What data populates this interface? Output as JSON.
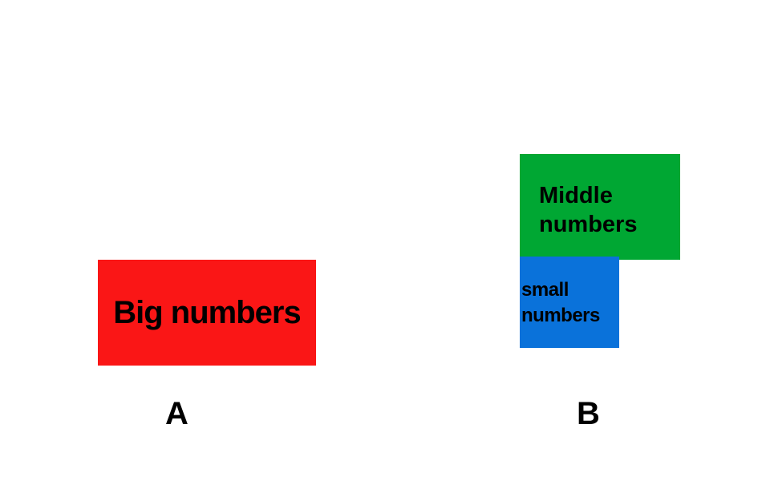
{
  "groups": {
    "a": {
      "label": "A",
      "boxes": [
        {
          "text": "Big numbers",
          "color": "#FA1616"
        }
      ]
    },
    "b": {
      "label": "B",
      "boxes": [
        {
          "line1": "Middle",
          "line2": "numbers",
          "color": "#00A733"
        },
        {
          "line1": "small",
          "line2": "numbers",
          "color": "#0A72DA"
        }
      ]
    }
  }
}
